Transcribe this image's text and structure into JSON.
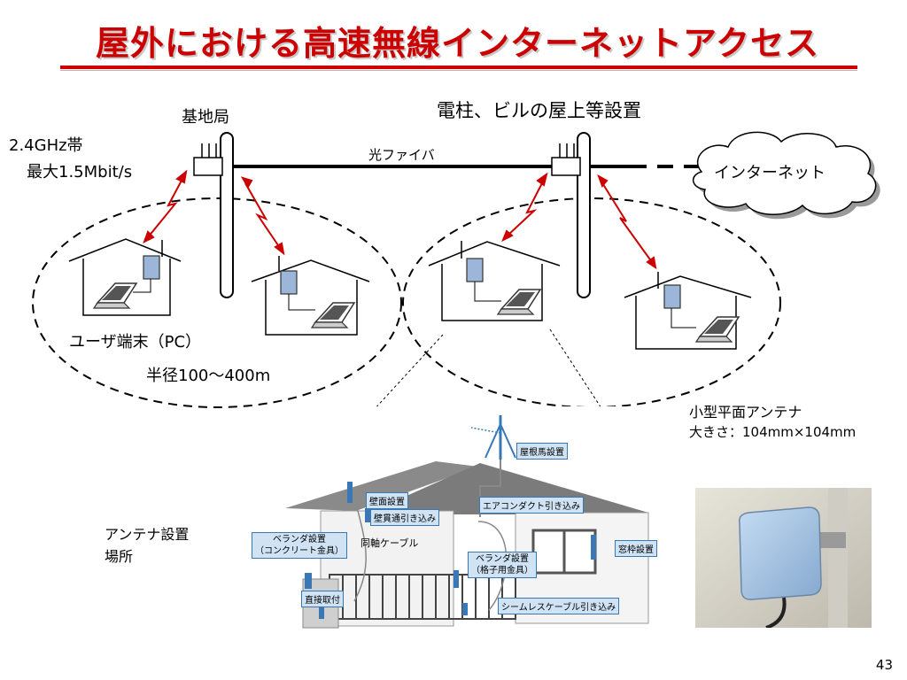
{
  "slide": {
    "title": "屋外における高速無線インターネットアクセス",
    "page_number": "43"
  },
  "labels": {
    "base_station": "基地局",
    "band_line1": "2.4GHz帯",
    "band_line2": "最大1.5Mbit/s",
    "pole_install": "電柱、ビルの屋上等設置",
    "fiber": "光ファイバ",
    "internet": "インターネット",
    "user_terminal": "ユーザ端末（PC）",
    "radius": "半径100～400m",
    "antenna_name": "小型平面アンテナ",
    "antenna_size": "大きさ：104mm×104mm",
    "install_place_line1": "アンテナ設置",
    "install_place_line2": "場所"
  },
  "house_photo_tags": {
    "ridge": "屋根馬設置",
    "wall": "壁面設置",
    "wall_through": "壁貫通引き込み",
    "aircon": "エアコンダクト引き込み",
    "veranda_concrete_1": "ベランダ設置",
    "veranda_concrete_2": "（コンクリート金具）",
    "coax": "同軸ケーブル",
    "window": "窓枠設置",
    "veranda_lattice_1": "ベランダ設置",
    "veranda_lattice_2": "（格子用金具）",
    "direct": "直接取付",
    "seamless": "シームレスケーブル引き込み"
  },
  "colors": {
    "title": "#cc0000",
    "radio_link": "#cc0000",
    "tag_fill": "#cfe3f5",
    "antenna": "#9bb6d8"
  }
}
